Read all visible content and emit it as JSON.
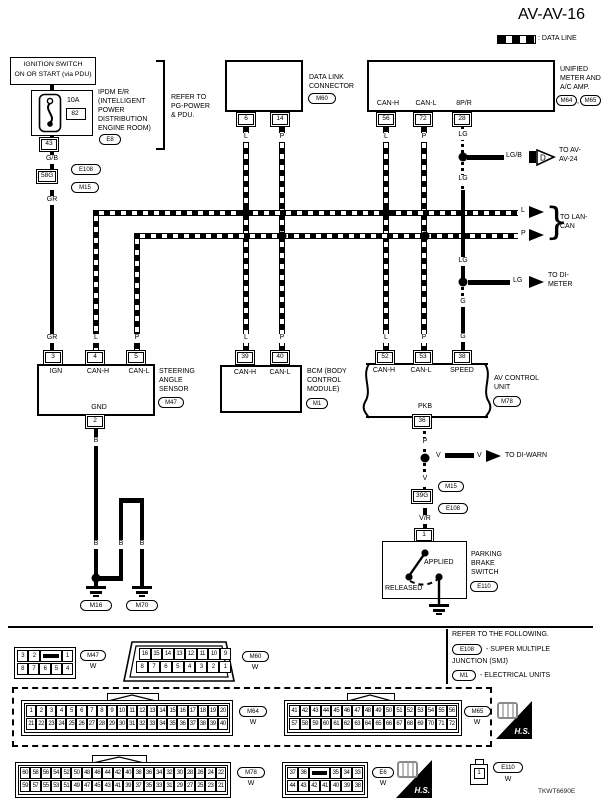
{
  "page": {
    "title": "AV-AV-16",
    "code": "TKWT6690E"
  },
  "legend": {
    "label": ": DATA LINE"
  },
  "ignition": {
    "line1": "IGNITION SWITCH",
    "line2": "ON OR START (via PDU)",
    "fuse_amp": "10A",
    "fuse_num": "82",
    "pin43": "43",
    "w_gb": "G/B",
    "smj": "58G",
    "e108": "E108",
    "m15": "M15",
    "w_gr1": "GR",
    "w_gr2": "GR"
  },
  "ipdm": {
    "l1": "IPDM E/R",
    "l2": "(INTELLIGENT",
    "l3": "POWER",
    "l4": "DISTRIBUTION",
    "l5": "ENGINE ROOM)",
    "conn": "E8",
    "r1": "REFER TO",
    "r2": "PG-POWER",
    "r3": "& PDU."
  },
  "dlc": {
    "n1": "DATA LINK",
    "n2": "CONNECTOR",
    "conn": "M60",
    "pin1": "6",
    "pin2": "14",
    "w1": "L",
    "w2": "P"
  },
  "um": {
    "n1": "UNIFIED",
    "n2": "METER AND",
    "n3": "A/C AMP.",
    "conn1": "M64",
    "sep": ",",
    "conn2": "M65",
    "lab1": "CAN-H",
    "lab2": "CAN-L",
    "lab3": "8P/R",
    "pin1": "56",
    "pin2": "72",
    "pin3": "28",
    "w1": "L",
    "w2": "P",
    "w3": "LG"
  },
  "av24": {
    "wire": "LG/B",
    "tag": "D",
    "t1": "TO AV-",
    "t2": "AV-24"
  },
  "lg_col": {
    "lg2": "LG",
    "lg3": "LG",
    "g1": "G",
    "g2": "G"
  },
  "lan": {
    "wl": "L",
    "wp": "P",
    "brace": "}",
    "t1": "TO LAN-",
    "t2": "CAN"
  },
  "dimeter": {
    "wire": "LG",
    "t1": "TO DI-",
    "t2": "METER"
  },
  "sas": {
    "pin1": "3",
    "pin2": "4",
    "pin3": "5",
    "lab1": "IGN",
    "lab2": "CAN-H",
    "lab3": "CAN-L",
    "gnd": "GND",
    "gnd_pin": "2",
    "t1": "STEERING",
    "t2": "ANGLE",
    "t3": "SENSOR",
    "conn": "M47",
    "w1": "GR",
    "w2": "L",
    "w3": "P"
  },
  "bcm": {
    "pin1": "39",
    "pin2": "40",
    "lab1": "CAN-H",
    "lab2": "CAN-L",
    "t1": "BCM (BODY",
    "t2": "CONTROL",
    "t3": "MODULE)",
    "conn": "M1",
    "w1": "L",
    "w2": "P"
  },
  "avu": {
    "pin1": "52",
    "pin2": "53",
    "pin3": "38",
    "lab1": "CAN-H",
    "lab2": "CAN-L",
    "lab3": "SPEED",
    "pkb": "PKB",
    "pkb_pin": "36",
    "t1": "AV CONTROL",
    "t2": "UNIT",
    "conn": "M78",
    "w1": "L",
    "w2": "P",
    "w3": "G"
  },
  "gndnet": {
    "b1": "B",
    "b2": "B",
    "b3": "B",
    "b4": "B",
    "g1": "M16",
    "g2": "M70"
  },
  "pkb_chain": {
    "w1": "P",
    "v1": "V",
    "v2": "V",
    "warn": "TO DI-WARN",
    "w2": "V",
    "m15": "M15",
    "smj": "39G",
    "e108": "E108",
    "w3": "V/R",
    "pin": "1"
  },
  "pbs": {
    "t1": "PARKING",
    "t2": "BRAKE",
    "t3": "SWITCH",
    "conn": "E110",
    "applied": "APPLIED",
    "released": "RELEASED"
  },
  "footer_note": {
    "l1": "REFER TO THE FOLLOWING.",
    "e108": "E108",
    "l2": "- SUPER MULTIPLE",
    "l3": "JUNCTION (SMJ)",
    "m1": "M1",
    "l4": "- ELECTRICAL UNITS"
  },
  "hs_label": "H.S.",
  "connectors": {
    "m47": {
      "label": "M47",
      "color": "W",
      "row1": [
        "3",
        "2",
        "=",
        "1"
      ],
      "row2": [
        "8",
        "7",
        "6",
        "5",
        "4"
      ]
    },
    "m60": {
      "label": "M60",
      "color": "W",
      "row1": [
        "16",
        "15",
        "14",
        "13",
        "12",
        "11",
        "10",
        "9"
      ],
      "row2": [
        "8",
        "7",
        "6",
        "5",
        "4",
        "3",
        "2",
        "1"
      ]
    },
    "m64": {
      "label": "M64",
      "color": "W",
      "row1": [
        "1",
        "2",
        "3",
        "4",
        "5",
        "6",
        "7",
        "8",
        "9",
        "10",
        "11",
        "12",
        "13",
        "14",
        "15",
        "16",
        "17",
        "18",
        "19",
        "20"
      ],
      "row2": [
        "21",
        "22",
        "23",
        "24",
        "25",
        "26",
        "27",
        "28",
        "29",
        "30",
        "31",
        "32",
        "33",
        "34",
        "35",
        "36",
        "37",
        "38",
        "39",
        "40"
      ]
    },
    "m65": {
      "label": "M65",
      "color": "W",
      "row1": [
        "41",
        "42",
        "43",
        "44",
        "45",
        "46",
        "47",
        "48",
        "49",
        "50",
        "51",
        "52",
        "53",
        "54",
        "55",
        "56"
      ],
      "row2": [
        "57",
        "58",
        "59",
        "60",
        "61",
        "62",
        "63",
        "64",
        "65",
        "66",
        "67",
        "68",
        "69",
        "70",
        "71",
        "72"
      ]
    },
    "m78": {
      "label": "M78",
      "color": "W",
      "row1": [
        "60",
        "58",
        "56",
        "54",
        "52",
        "50",
        "48",
        "46",
        "44",
        "42",
        "40",
        "38",
        "36",
        "34",
        "32",
        "30",
        "28",
        "26",
        "24",
        "22"
      ],
      "row2": [
        "59",
        "57",
        "55",
        "53",
        "51",
        "49",
        "47",
        "45",
        "43",
        "41",
        "39",
        "37",
        "35",
        "33",
        "31",
        "29",
        "27",
        "25",
        "23",
        "21"
      ]
    },
    "e6": {
      "label": "E6",
      "color": "W",
      "row1": [
        "37",
        "36",
        "=",
        "35",
        "34",
        "33"
      ],
      "row2": [
        "44",
        "43",
        "42",
        "41",
        "40",
        "39",
        "38"
      ]
    },
    "e110": {
      "label": "E110",
      "color": "W",
      "pin": "1"
    }
  }
}
